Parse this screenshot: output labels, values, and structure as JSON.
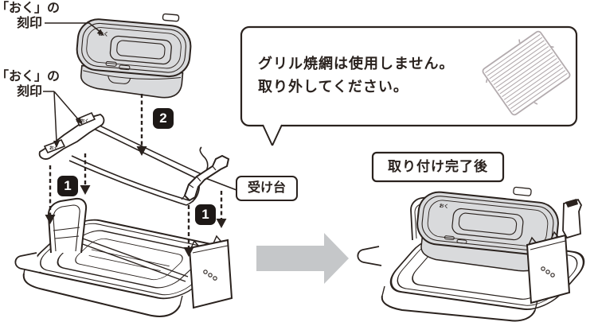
{
  "colors": {
    "line_art": "#2a221e",
    "pan_fill": "#d9dadc",
    "mesh_gray": "#b3abae",
    "transition_arrow_gray": "#c5c7c9",
    "badge_background": "#1d1816",
    "badge_text": "#ffffff"
  },
  "labels": {
    "engraving_top": {
      "line1": "「おく」の",
      "line2": "刻印"
    },
    "engraving_left": {
      "line1": "「おく」の",
      "line2": "刻印"
    },
    "engraving_mark": "おく",
    "support_stand": "受け台",
    "completed": "取り付け完了後"
  },
  "speech_bubble": {
    "line1": "グリル焼網は使用しません。",
    "line2": "取り外してください。"
  },
  "badges": {
    "step1": "1",
    "step2": "2"
  }
}
